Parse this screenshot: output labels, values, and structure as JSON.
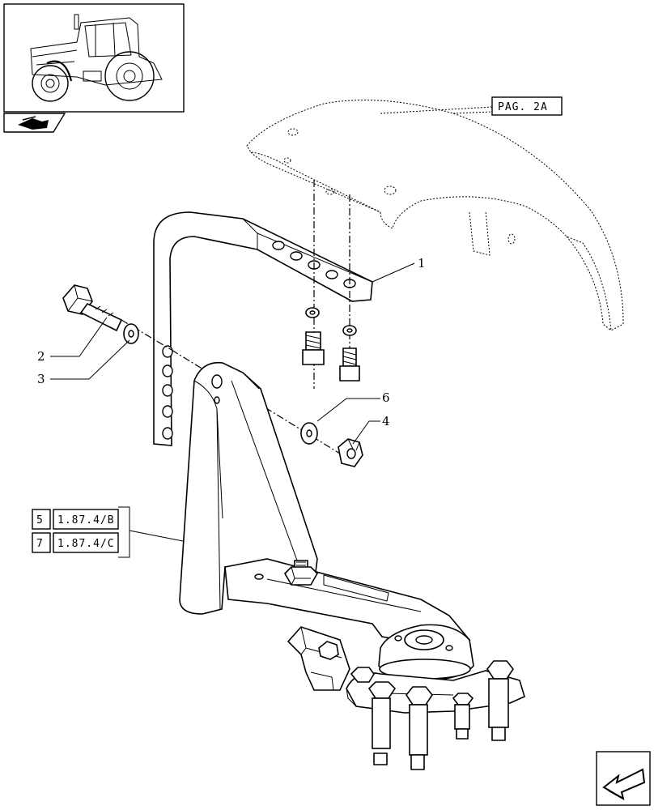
{
  "page_ref": "PAG. 2A",
  "callouts": [
    "1",
    "2",
    "3",
    "4",
    "6"
  ],
  "ref_table": [
    {
      "item": "5",
      "ref": "1.87.4/B"
    },
    {
      "item": "7",
      "ref": "1.87.4/C"
    }
  ]
}
